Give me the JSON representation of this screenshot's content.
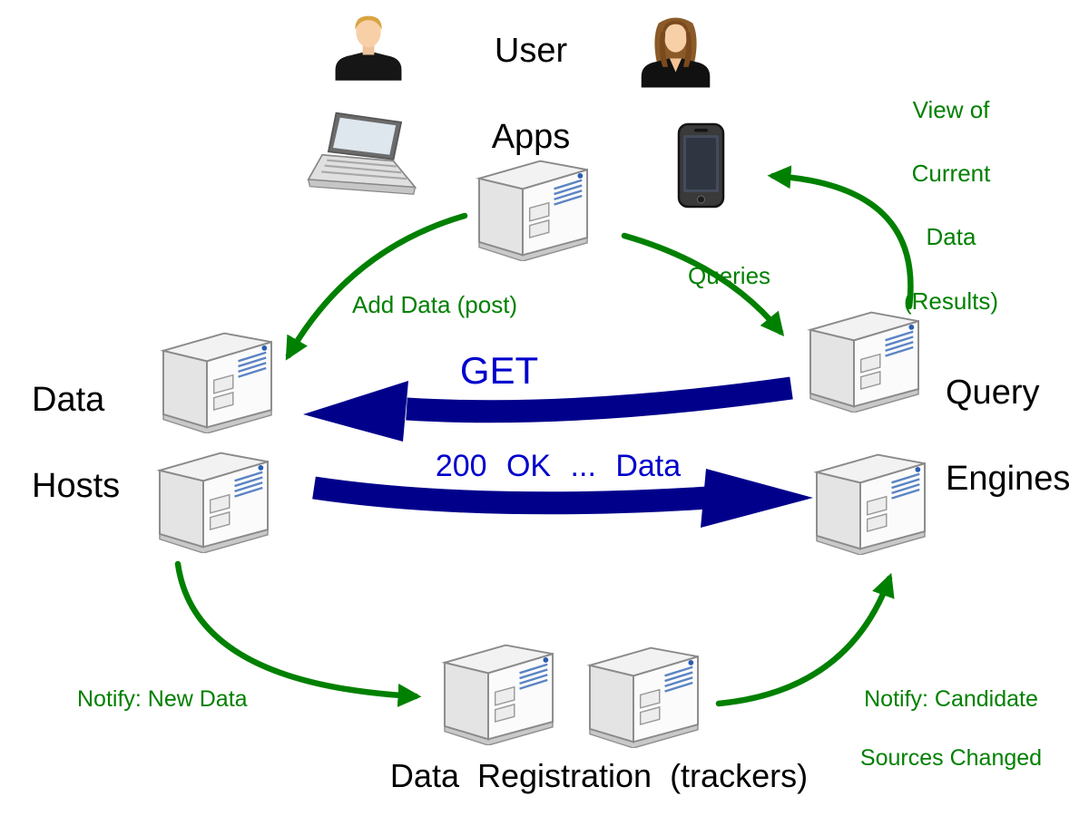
{
  "colors": {
    "green": "#008000",
    "blue_text": "#0000CD",
    "blue_arrow": "#00008B"
  },
  "labels": {
    "user_apps": {
      "line1": "User",
      "line2": "Apps"
    },
    "data_hosts": {
      "line1": "Data",
      "line2": "Hosts"
    },
    "query_engines": {
      "line1": "Query",
      "line2": "Engines"
    },
    "data_registration": "Data Registration (trackers)",
    "view_results": {
      "line1": "View of",
      "line2": "Current",
      "line3": "Data",
      "line4": "(Results)"
    },
    "queries": "Queries",
    "add_data": "Add Data (post)",
    "get": "GET",
    "response": "200 OK ... Data",
    "notify_new_data": "Notify: New Data",
    "notify_candidate": {
      "line1": "Notify: Candidate",
      "line2": "Sources Changed"
    }
  },
  "icons": {
    "man_user": "man-user-icon",
    "woman_user": "woman-user-icon",
    "laptop": "laptop-icon",
    "smartphone": "smartphone-icon",
    "server": "server-icon"
  }
}
